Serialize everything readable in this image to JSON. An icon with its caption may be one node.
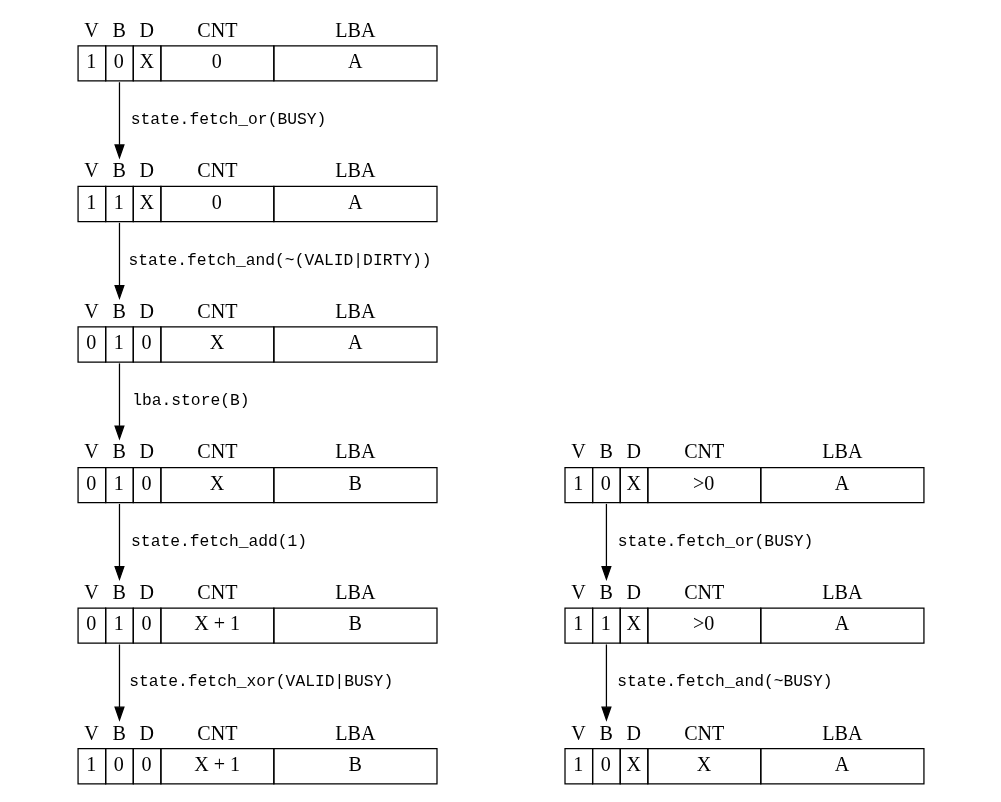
{
  "diagram": {
    "nodes": [
      {
        "text": [
          "V",
          "B",
          "D",
          "CNT",
          "LBA",
          "1",
          "0",
          "X",
          "0",
          "A"
        ]
      },
      {
        "text": [
          "V",
          "B",
          "D",
          "CNT",
          "LBA",
          "1",
          "1",
          "X",
          "0",
          "A"
        ]
      },
      {
        "text": [
          "V",
          "B",
          "D",
          "CNT",
          "LBA",
          "0",
          "1",
          "0",
          "X",
          "A"
        ]
      },
      {
        "text": [
          "V",
          "B",
          "D",
          "CNT",
          "LBA",
          "0",
          "1",
          "0",
          "X",
          "B"
        ]
      },
      {
        "text": [
          "V",
          "B",
          "D",
          "CNT",
          "LBA",
          "0",
          "1",
          "0",
          "X + 1",
          "B"
        ]
      },
      {
        "text": [
          "V",
          "B",
          "D",
          "CNT",
          "LBA",
          "1",
          "0",
          "0",
          "X + 1",
          "B"
        ]
      },
      {
        "text": [
          "V",
          "B",
          "D",
          "CNT",
          "LBA",
          "1",
          "0",
          "X",
          ">0",
          "A"
        ]
      },
      {
        "text": [
          "V",
          "B",
          "D",
          "CNT",
          "LBA",
          "1",
          "1",
          "X",
          ">0",
          "A"
        ]
      },
      {
        "text": [
          "V",
          "B",
          "D",
          "CNT",
          "LBA",
          "1",
          "0",
          "X",
          "X",
          "A"
        ]
      }
    ],
    "edges": [
      {
        "from": 0,
        "to": 1,
        "arrow": "to",
        "label": "state.fetch_or(BUSY)"
      },
      {
        "from": 1,
        "to": 2,
        "arrow": "to",
        "label": "state.fetch_and(~(VALID|DIRTY))"
      },
      {
        "from": 2,
        "to": 3,
        "arrow": "to",
        "label": "lba.store(B)"
      },
      {
        "from": 3,
        "to": 4,
        "arrow": "to",
        "label": "state.fetch_add(1)"
      },
      {
        "from": 4,
        "to": 5,
        "arrow": "to",
        "label": "state.fetch_xor(VALID|BUSY)"
      },
      {
        "from": 6,
        "to": 7,
        "arrow": "to",
        "label": "state.fetch_or(BUSY)"
      },
      {
        "from": 7,
        "to": 8,
        "arrow": "to",
        "label": "state.fetch_and(~BUSY)"
      }
    ]
  }
}
